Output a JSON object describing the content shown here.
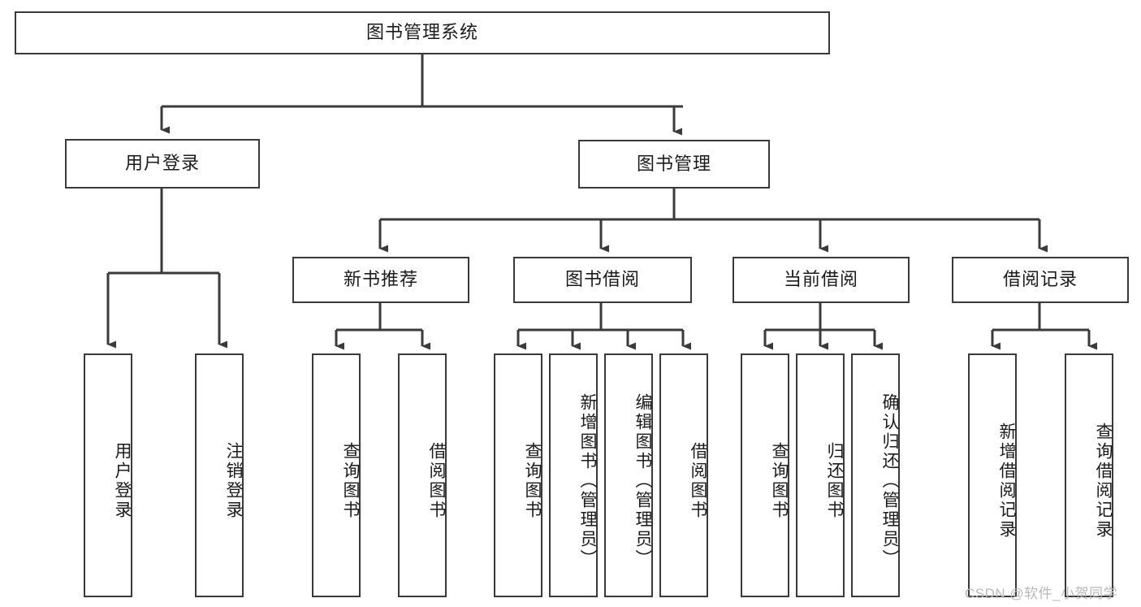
{
  "diagram": {
    "type": "hierarchy-tree",
    "title_node": {
      "label": "图书管理系统"
    },
    "level2": [
      {
        "label": "用户登录"
      },
      {
        "label": "图书管理"
      }
    ],
    "level3": [
      {
        "label": "新书推荐"
      },
      {
        "label": "图书借阅"
      },
      {
        "label": "当前借阅"
      },
      {
        "label": "借阅记录"
      }
    ],
    "leaves": {
      "user_login": [
        {
          "label": "用户登录"
        },
        {
          "label": "注销登录"
        }
      ],
      "new_book_recommend": [
        {
          "label": "查询图书"
        },
        {
          "label": "借阅图书"
        }
      ],
      "book_borrow": [
        {
          "label": "查询图书"
        },
        {
          "label": "新增图书（管理员）"
        },
        {
          "label": "编辑图书（管理员）"
        },
        {
          "label": "借阅图书"
        }
      ],
      "current_borrow": [
        {
          "label": "查询图书"
        },
        {
          "label": "归还图书"
        },
        {
          "label": "确认归还（管理员）"
        }
      ],
      "borrow_record": [
        {
          "label": "新增借阅记录"
        },
        {
          "label": "查询借阅记录"
        }
      ]
    }
  },
  "watermark": {
    "text": "CSDN @软件_小贺同学"
  },
  "colors": {
    "stroke": "#3a3a3a",
    "text": "#1b1b1b",
    "background": "#ffffff",
    "watermark": "#b9b9b9"
  }
}
